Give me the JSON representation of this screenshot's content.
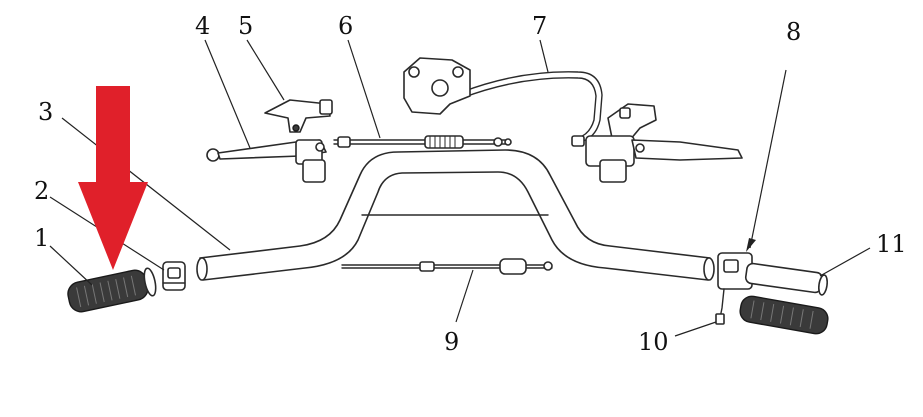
{
  "callouts": [
    "1",
    "2",
    "3",
    "4",
    "5",
    "6",
    "7",
    "8",
    "9",
    "10",
    "11"
  ],
  "colors": {
    "highlight_arrow": "#e0202a",
    "line": "#2a2a2a",
    "grip": "#3a3a3a"
  }
}
